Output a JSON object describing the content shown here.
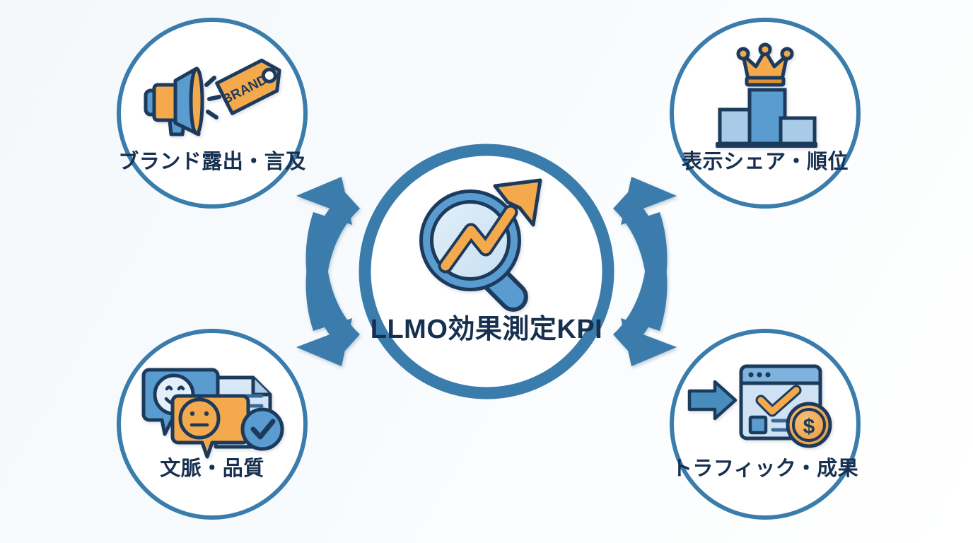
{
  "diagram": {
    "type": "hub-and-spoke",
    "background_color": "#f6f9fb",
    "accent_blue": "#3a7cac",
    "accent_blue_light": "#6aa7d6",
    "accent_blue_pale": "#b9d7ee",
    "accent_orange": "#f5a94e",
    "outline_navy": "#1d3a5c",
    "text_navy": "#17304f",
    "hub": {
      "label": "LLMO効果測定KPI",
      "icon": "magnifier-growth-chart-icon",
      "icon_parts": [
        "magnifying-glass",
        "upward-trend-arrow"
      ]
    },
    "nodes": [
      {
        "id": "brand-exposure",
        "label": "ブランド露出・言及",
        "position": "top-left",
        "icon": "megaphone-brand-tag-icon",
        "tag_text": "BRAND"
      },
      {
        "id": "share-of-voice",
        "label": "表示シェア・順位",
        "position": "top-right",
        "icon": "podium-crown-icon"
      },
      {
        "id": "context-quality",
        "label": "文脈・品質",
        "position": "bottom-left",
        "icon": "chat-bubbles-document-check-icon"
      },
      {
        "id": "traffic-results",
        "label": "トラフィック・成果",
        "position": "bottom-right",
        "icon": "browser-check-coin-icon"
      }
    ],
    "arrows": [
      {
        "id": "arrow-to-top-left",
        "direction": "up-left",
        "color": "#3a7cac"
      },
      {
        "id": "arrow-to-top-right",
        "direction": "up-right",
        "color": "#3a7cac"
      },
      {
        "id": "arrow-to-bottom-left",
        "direction": "down-left",
        "color": "#3a7cac"
      },
      {
        "id": "arrow-to-bottom-right",
        "direction": "down-right",
        "color": "#3a7cac"
      }
    ]
  }
}
